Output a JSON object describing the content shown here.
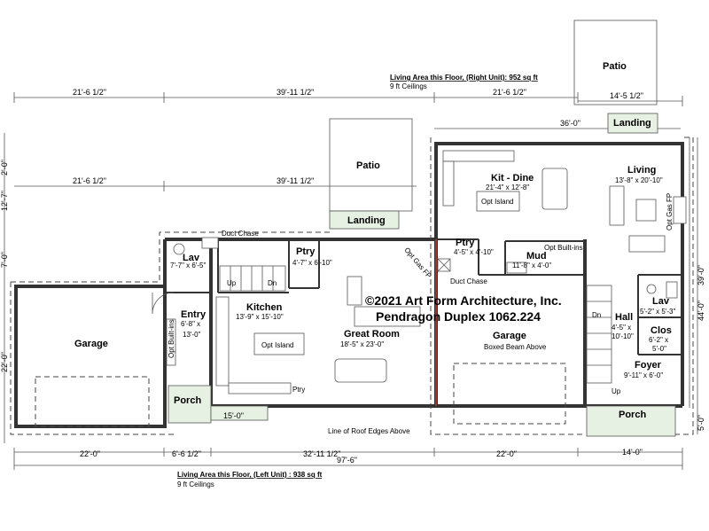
{
  "header_right": {
    "title": "Living Area this Floor, (Right Unit): 952 sq ft",
    "ceilings": "9 ft Ceilings"
  },
  "footer_left": {
    "title": "Living Area this Floor, (Left Unit) : 938 sq ft",
    "ceilings": "9 ft Ceilings"
  },
  "watermark": {
    "line1": "©2021 Art Form Architecture, Inc.",
    "line2": "Pendragon Duplex 1062.224"
  },
  "rooms": {
    "patio_left": "Patio",
    "landing_left": "Landing",
    "patio_right": "Patio",
    "landing_right": "Landing",
    "kit_dine": {
      "name": "Kit - Dine",
      "size": "21'-4\" x 12'-8\""
    },
    "living": {
      "name": "Living",
      "size": "13'-8\" x 20'-10\""
    },
    "ptry_left": {
      "name": "Ptry",
      "size": "4'-7\" x 6'-10\""
    },
    "ptry_right": {
      "name": "Ptry",
      "size": "4'-5\" x 4'-10\""
    },
    "mud": {
      "name": "Mud",
      "size": "11'-8\" x 4'-0\""
    },
    "lav_left": {
      "name": "Lav",
      "size": "7'-7\" x 6'-5\""
    },
    "lav_right": {
      "name": "Lav",
      "size": "5'-2\" x 5'-3\""
    },
    "kitchen": {
      "name": "Kitchen",
      "size": "13'-9\" x 15'-10\""
    },
    "great_room": {
      "name": "Great Room",
      "size": "18'-5\" x 23'-0\""
    },
    "entry": {
      "name": "Entry",
      "size": "6'-8\" x 13'-0\""
    },
    "garage_left": "Garage",
    "garage_right": {
      "name": "Garage",
      "note": "Boxed Beam Above"
    },
    "hall": {
      "name": "Hall",
      "size": "4'-5\" x 10'-10\""
    },
    "clos": {
      "name": "Clos",
      "size": "6'-2\" x 5'-0\""
    },
    "foyer": {
      "name": "Foyer",
      "size": "9'-11\" x 6'-0\""
    },
    "porch_left": "Porch",
    "porch_right": "Porch"
  },
  "notes": {
    "duct_chase_top": "Duct Chase",
    "duct_chase_right": "Duct Chase",
    "opt_gas_fp_left": "Opt Gas FP",
    "opt_gas_fp_right": "Opt Gas FP",
    "opt_island_left": "Opt Island",
    "opt_island_right": "Opt Island",
    "opt_builtins_entry": "Opt Built-ins",
    "opt_builtins_mud": "Opt Built-ins",
    "ptry_small": "Ptry",
    "roof_edges": "Line of Roof Edges Above",
    "up_left": "Up",
    "dn_left": "Dn",
    "dn_right": "Dn",
    "up_right": "Up"
  },
  "dimensions": {
    "top_row1": [
      "21'-6 1/2\"",
      "39'-11 1/2\"",
      "21'-6 1/2\"",
      "14'-5 1/2\""
    ],
    "top_row2": "36'-0\"",
    "mid_row": [
      "21'-6 1/2\"",
      "39'-11 1/2\""
    ],
    "left_side": [
      "2'-0\"",
      "12'-7\"",
      "7'-0\"",
      "22'-0\""
    ],
    "right_side": [
      "39'-0\"",
      "44'-0\"",
      "5'-0\""
    ],
    "porch_left_width": "15'-0\"",
    "porch_right_width": "14'-0\"",
    "bottom_row": [
      "22'-0\"",
      "6'-6 1/2\"",
      "32'-11 1/2\"",
      "22'-0\""
    ],
    "overall": "97'-6\""
  }
}
